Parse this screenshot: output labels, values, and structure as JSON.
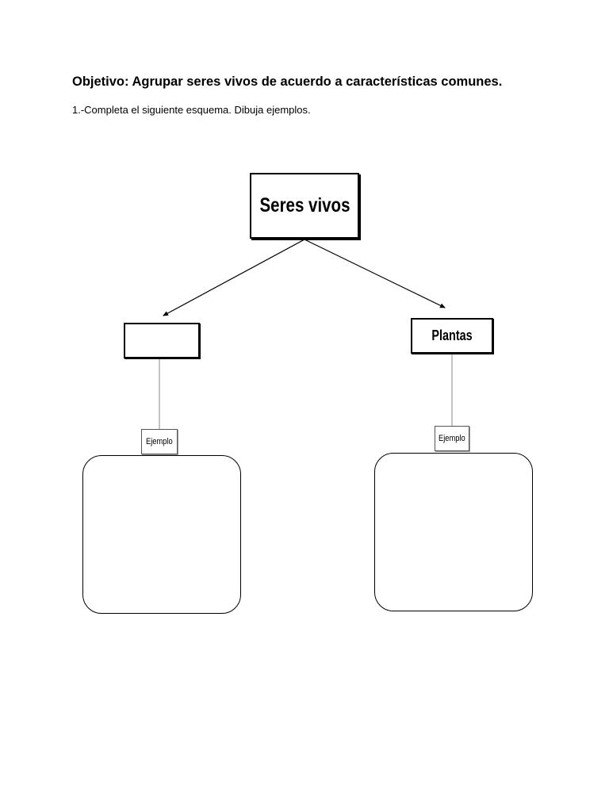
{
  "worksheet": {
    "objective": "Objetivo: Agrupar seres vivos de acuerdo a características comunes.",
    "instruction": "1.-Completa el siguiente esquema. Dibuja ejemplos."
  },
  "diagram": {
    "root_label": "Seres vivos",
    "left_branch": {
      "label": "",
      "example_label": "Ejemplo"
    },
    "right_branch": {
      "label": "Plantas",
      "example_label": "Ejemplo"
    }
  }
}
